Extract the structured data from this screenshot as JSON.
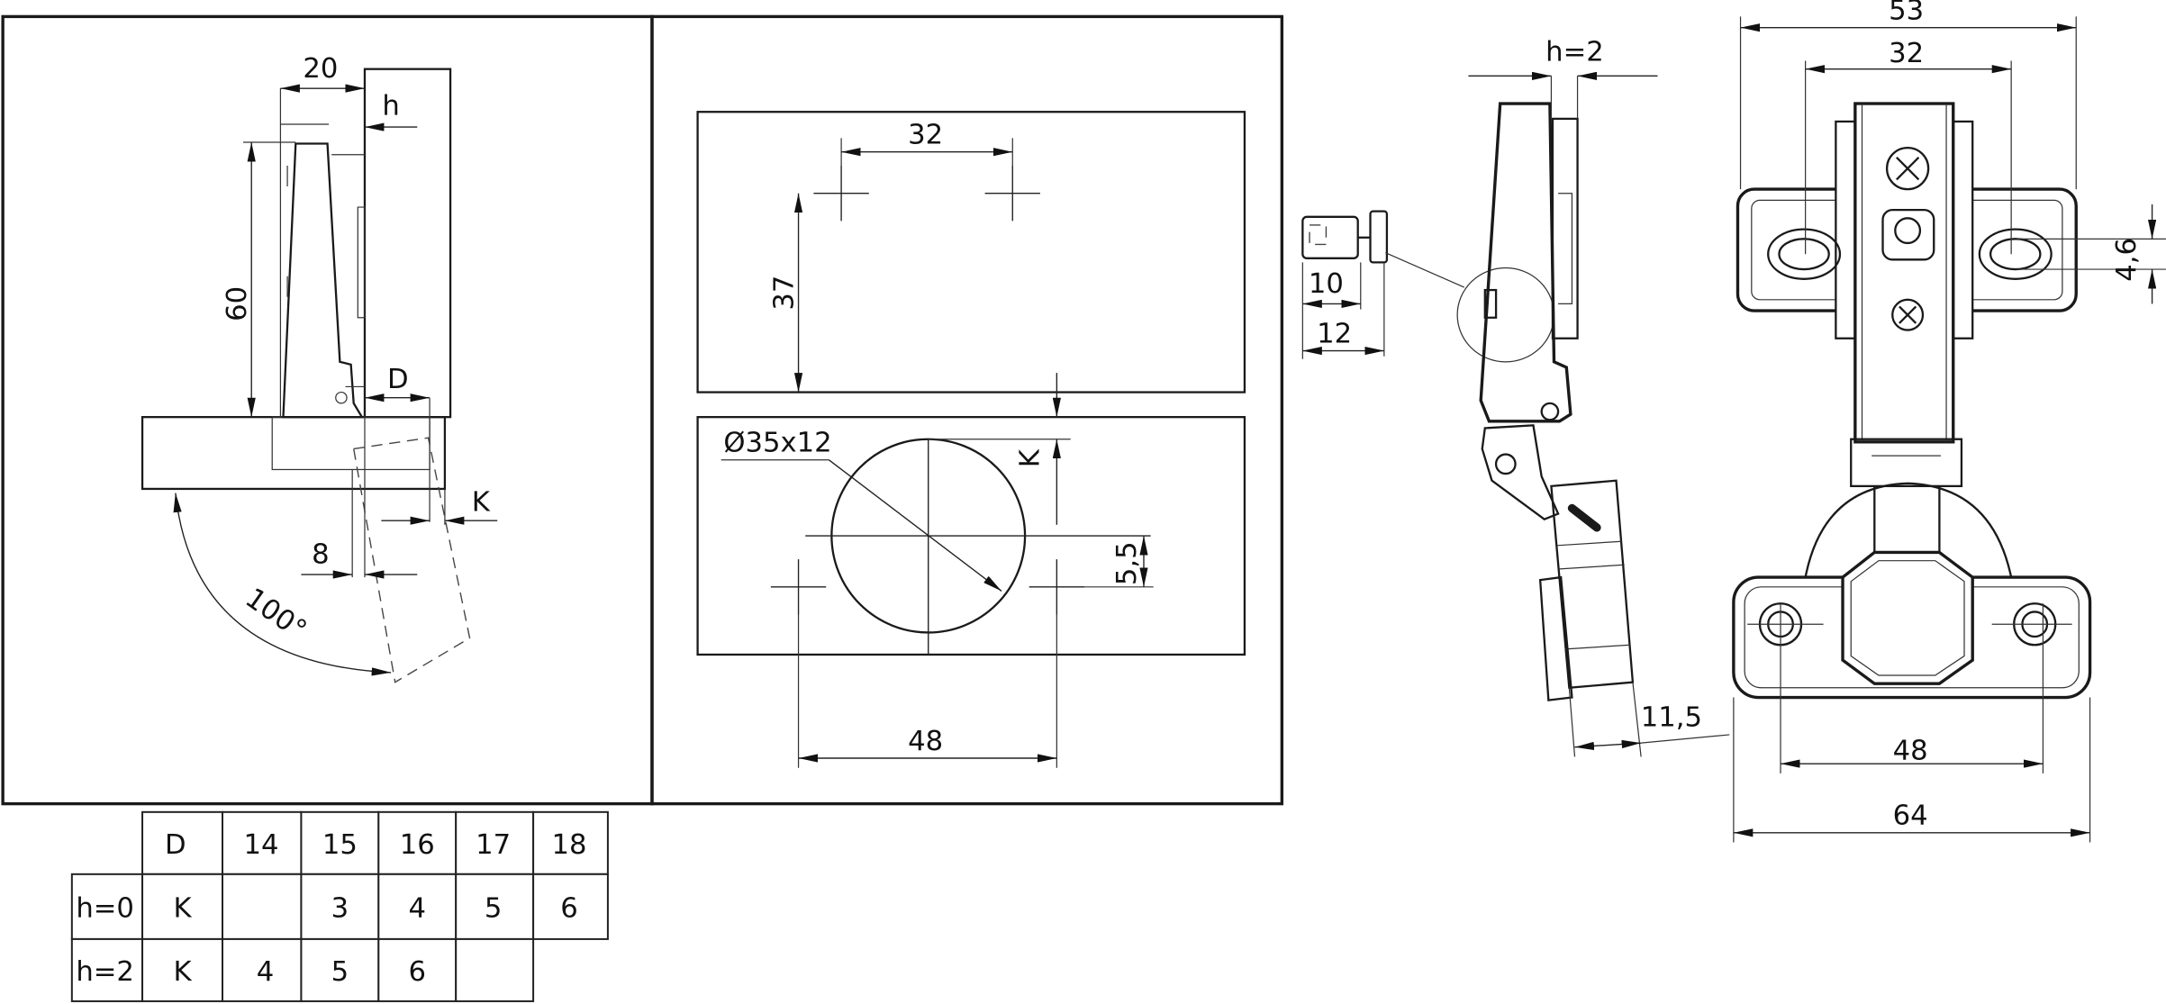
{
  "left_view": {
    "dim_20": "20",
    "dim_h": "h",
    "dim_60": "60",
    "dim_D": "D",
    "dim_K": "K",
    "dim_8": "8",
    "angle": "100°"
  },
  "drilling_view": {
    "dim_32": "32",
    "dim_37": "37",
    "cup": "Ø35x12",
    "dim_K": "K",
    "dim_5_5": "5,5",
    "dim_48": "48"
  },
  "side_view": {
    "dim_h2": "h=2",
    "dim_10": "10",
    "dim_12": "12",
    "dim_11_5": "11,5"
  },
  "front_view": {
    "dim_53": "53",
    "dim_32": "32",
    "dim_4_6": "4,6",
    "dim_48": "48",
    "dim_64": "64"
  },
  "table": {
    "header": [
      "D",
      "14",
      "15",
      "16",
      "17",
      "18"
    ],
    "rows": [
      {
        "label": "h=0",
        "param": "K",
        "values": [
          "",
          "3",
          "4",
          "5",
          "6"
        ]
      },
      {
        "label": "h=2",
        "param": "K",
        "values": [
          "4",
          "5",
          "6",
          ""
        ]
      }
    ]
  }
}
